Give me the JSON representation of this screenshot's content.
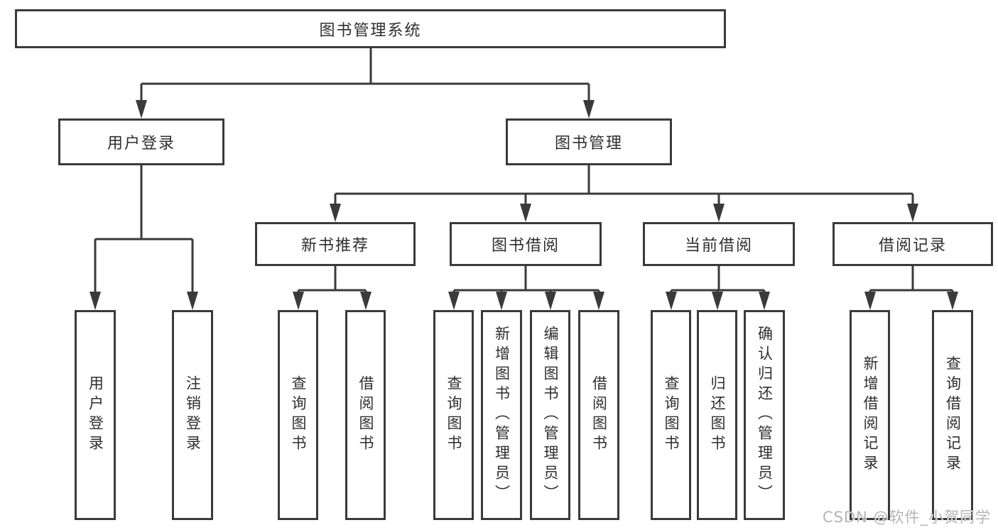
{
  "diagram_title": "图书管理系统",
  "tree": {
    "label": "图书管理系统",
    "children": [
      {
        "label": "用户登录",
        "children": [
          {
            "label": "用户登录"
          },
          {
            "label": "注销登录"
          }
        ]
      },
      {
        "label": "图书管理",
        "children": [
          {
            "label": "新书推荐",
            "children": [
              {
                "label": "查询图书"
              },
              {
                "label": "借阅图书"
              }
            ]
          },
          {
            "label": "图书借阅",
            "children": [
              {
                "label": "查询图书"
              },
              {
                "label": "新增图书（管理员）"
              },
              {
                "label": "编辑图书（管理员）"
              },
              {
                "label": "借阅图书"
              }
            ]
          },
          {
            "label": "当前借阅",
            "children": [
              {
                "label": "查询图书"
              },
              {
                "label": "归还图书"
              },
              {
                "label": "确认归还（管理员）"
              }
            ]
          },
          {
            "label": "借阅记录",
            "children": [
              {
                "label": "新增借阅记录"
              },
              {
                "label": "查询借阅记录"
              }
            ]
          }
        ]
      }
    ]
  },
  "watermark": {
    "text": "CSDN @软件_小贺同学"
  },
  "colors": {
    "line": "#3a3a3a",
    "box_border": "#3a3a3a",
    "text": "#2e2e2e",
    "watermark": "#b5b5b5",
    "background": "#ffffff"
  }
}
